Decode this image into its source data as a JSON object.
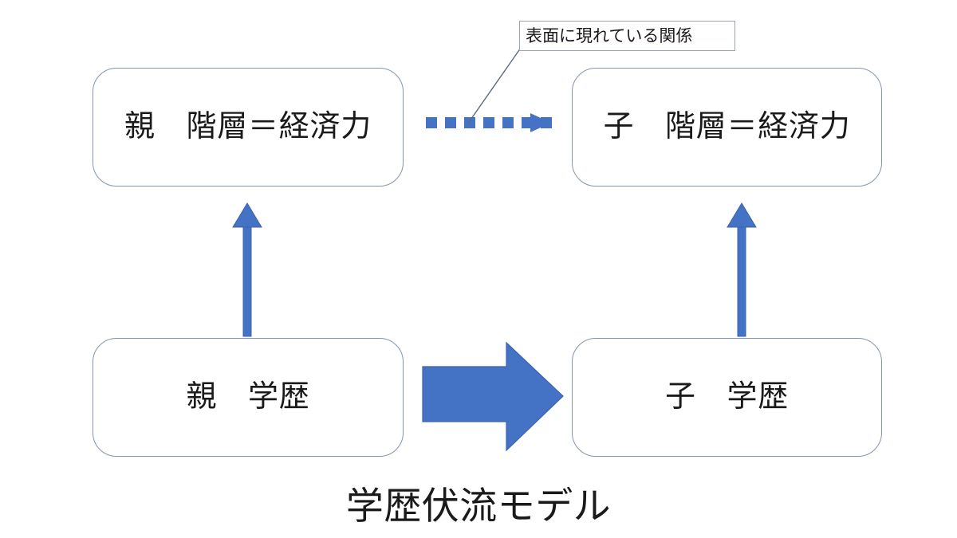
{
  "diagram": {
    "title": "学歴伏流モデル",
    "colors": {
      "arrow_blue": "#4472C4",
      "arrow_blue_stroke": "#3c63ad",
      "box_border": "#8496AC",
      "callout_border": "#9AA5B1",
      "leader_line": "#5a6b80",
      "text": "#1A1A1A",
      "background": "#FFFFFF"
    },
    "nodes": [
      {
        "id": "parent-class",
        "label": "親　階層＝経済力"
      },
      {
        "id": "child-class",
        "label": "子　階層＝経済力"
      },
      {
        "id": "parent-edu",
        "label": "親　学歴"
      },
      {
        "id": "child-edu",
        "label": "子　学歴"
      }
    ],
    "callout": {
      "label": "表面に現れている関係",
      "points_to": "dotted-arrow-parent-class-to-child-class"
    },
    "connectors": [
      {
        "id": "dotted-arrow-top",
        "style": "dotted",
        "from": "parent-class",
        "to": "child-class",
        "direction": "right",
        "color": "#4472C4"
      },
      {
        "id": "arrow-parent-edu-to-parent-class",
        "style": "solid",
        "from": "parent-edu",
        "to": "parent-class",
        "direction": "up",
        "color": "#4472C4"
      },
      {
        "id": "arrow-child-edu-to-child-class",
        "style": "solid",
        "from": "child-edu",
        "to": "child-class",
        "direction": "up",
        "color": "#4472C4"
      },
      {
        "id": "block-arrow-parent-edu-to-child-edu",
        "style": "block",
        "from": "parent-edu",
        "to": "child-edu",
        "direction": "right",
        "color": "#4472C4"
      }
    ]
  }
}
